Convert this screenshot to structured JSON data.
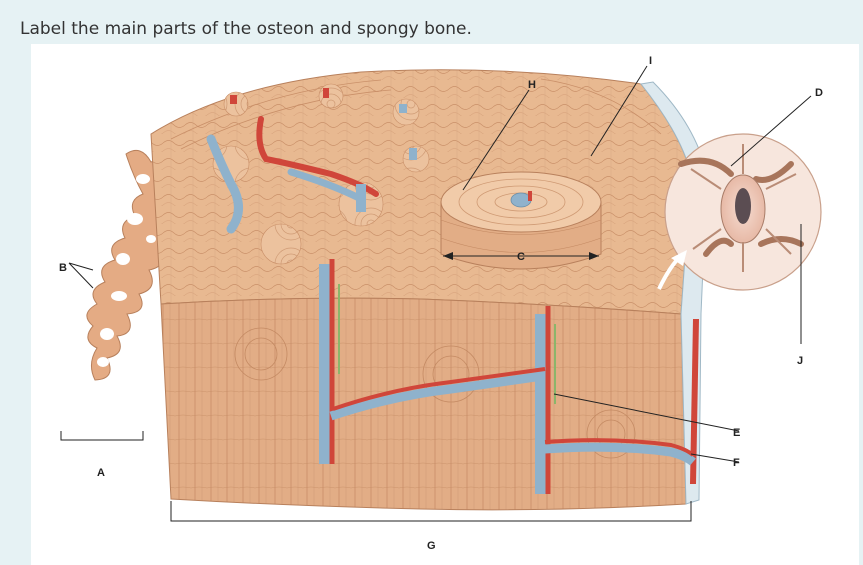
{
  "question": {
    "text": "Label the main parts of the osteon and spongy bone."
  },
  "diagram": {
    "labels": {
      "A": "A",
      "B": "B",
      "C": "C",
      "D": "D",
      "E": "E",
      "F": "F",
      "G": "G",
      "H": "H",
      "I": "I",
      "J": "J"
    },
    "colors": {
      "bone": "#e8b991",
      "bone_dark": "#c98f68",
      "bone_light": "#f3d2b3",
      "artery": "#d0463a",
      "vein": "#8fb2cc",
      "nerve": "#8bb56a",
      "periosteum": "#dde9ef"
    }
  }
}
